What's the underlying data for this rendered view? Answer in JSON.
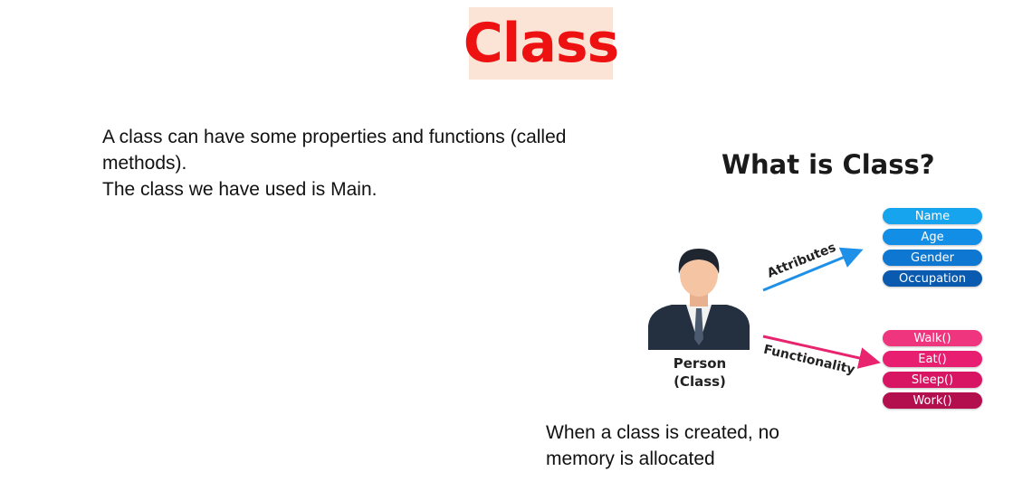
{
  "title": "Class",
  "body_lines": [
    "A class can have some properties and functions (called",
    "methods).",
    "The class we have used is Main."
  ],
  "footer_lines": [
    "When a class is created, no",
    "memory is allocated"
  ],
  "diagram": {
    "title": "What is Class?",
    "person_label_line1": "Person",
    "person_label_line2": "(Class)",
    "attributes_label": "Attributes",
    "functionality_label": "Functionality",
    "attributes": [
      "Name",
      "Age",
      "Gender",
      "Occupation"
    ],
    "functions": [
      "Walk()",
      "Eat()",
      "Sleep()",
      "Work()"
    ],
    "colors": {
      "attributes": [
        "#16a4ee",
        "#138ee6",
        "#0d77d2",
        "#0a5bb0"
      ],
      "functions": [
        "#f0357f",
        "#e81f70",
        "#d81563",
        "#b30f4f"
      ],
      "title_red": "#ee1111",
      "title_bg": "#fbe4d5"
    }
  }
}
